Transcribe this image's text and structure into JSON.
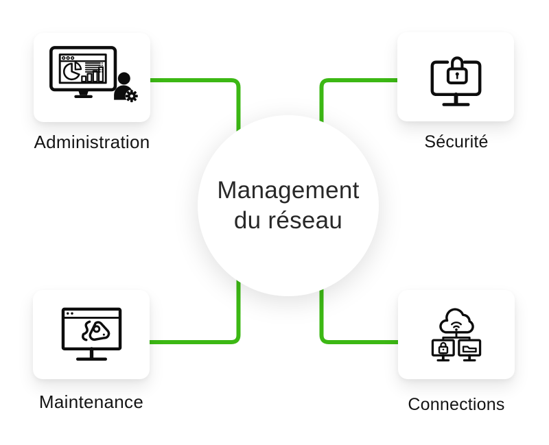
{
  "diagram": {
    "center": {
      "line1": "Management",
      "line2": "du réseau"
    },
    "nodes": [
      {
        "id": "administration",
        "label": "Administration",
        "icon": "admin-dashboard-monitor-icon",
        "position": "top-left"
      },
      {
        "id": "securite",
        "label": "Sécurité",
        "icon": "security-lock-monitor-icon",
        "position": "top-right"
      },
      {
        "id": "maintenance",
        "label": "Maintenance",
        "icon": "maintenance-wrench-monitor-icon",
        "position": "bottom-left"
      },
      {
        "id": "connections",
        "label": "Connections",
        "icon": "cloud-connections-icon",
        "position": "bottom-right"
      }
    ],
    "edges": [
      {
        "from": "administration",
        "to": "center"
      },
      {
        "from": "securite",
        "to": "center"
      },
      {
        "from": "maintenance",
        "to": "center"
      },
      {
        "from": "connections",
        "to": "center"
      }
    ],
    "colors": {
      "connector": "#3cb814",
      "icon": "#0d0d0d",
      "label_text": "#141414",
      "center_text": "#282828",
      "card_bg": "#ffffff",
      "page_bg": "#ffffff"
    }
  }
}
